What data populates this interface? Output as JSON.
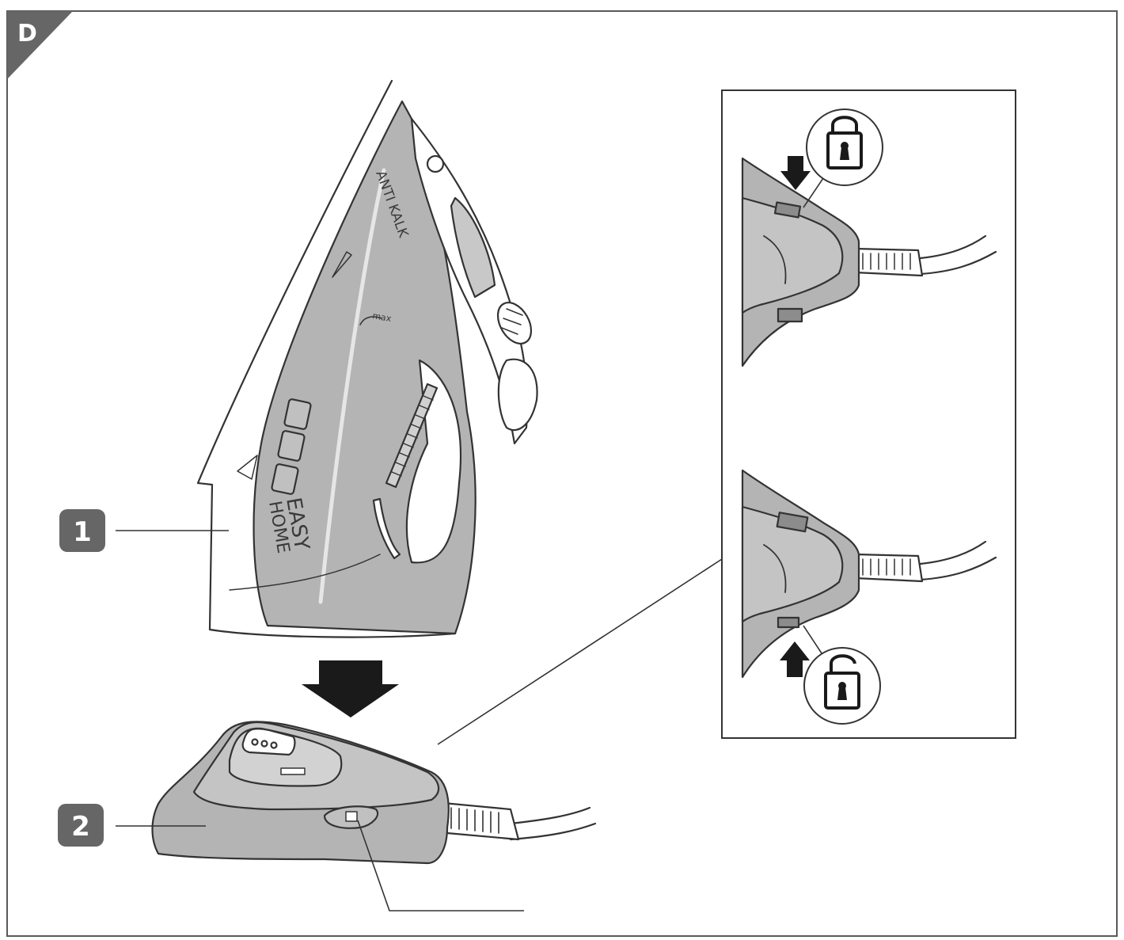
{
  "figure": {
    "section_label": "D",
    "callouts": [
      {
        "number": "1",
        "label": ""
      },
      {
        "number": "2",
        "label": ""
      }
    ],
    "iron_labels": {
      "anti_calc": "ANTI KALK",
      "max_mark": "max",
      "brand_line1": "EASY",
      "brand_line2": "HOME"
    },
    "detail_panel": {
      "top_icon": "lock-closed-icon",
      "bottom_icon": "lock-open-icon"
    }
  },
  "colors": {
    "frame": "#5a5a5a",
    "device_fill": "#b4b4b4",
    "device_dark": "#8c8c8c",
    "line": "#333333",
    "badge": "#666666",
    "arrow": "#1a1a1a"
  }
}
